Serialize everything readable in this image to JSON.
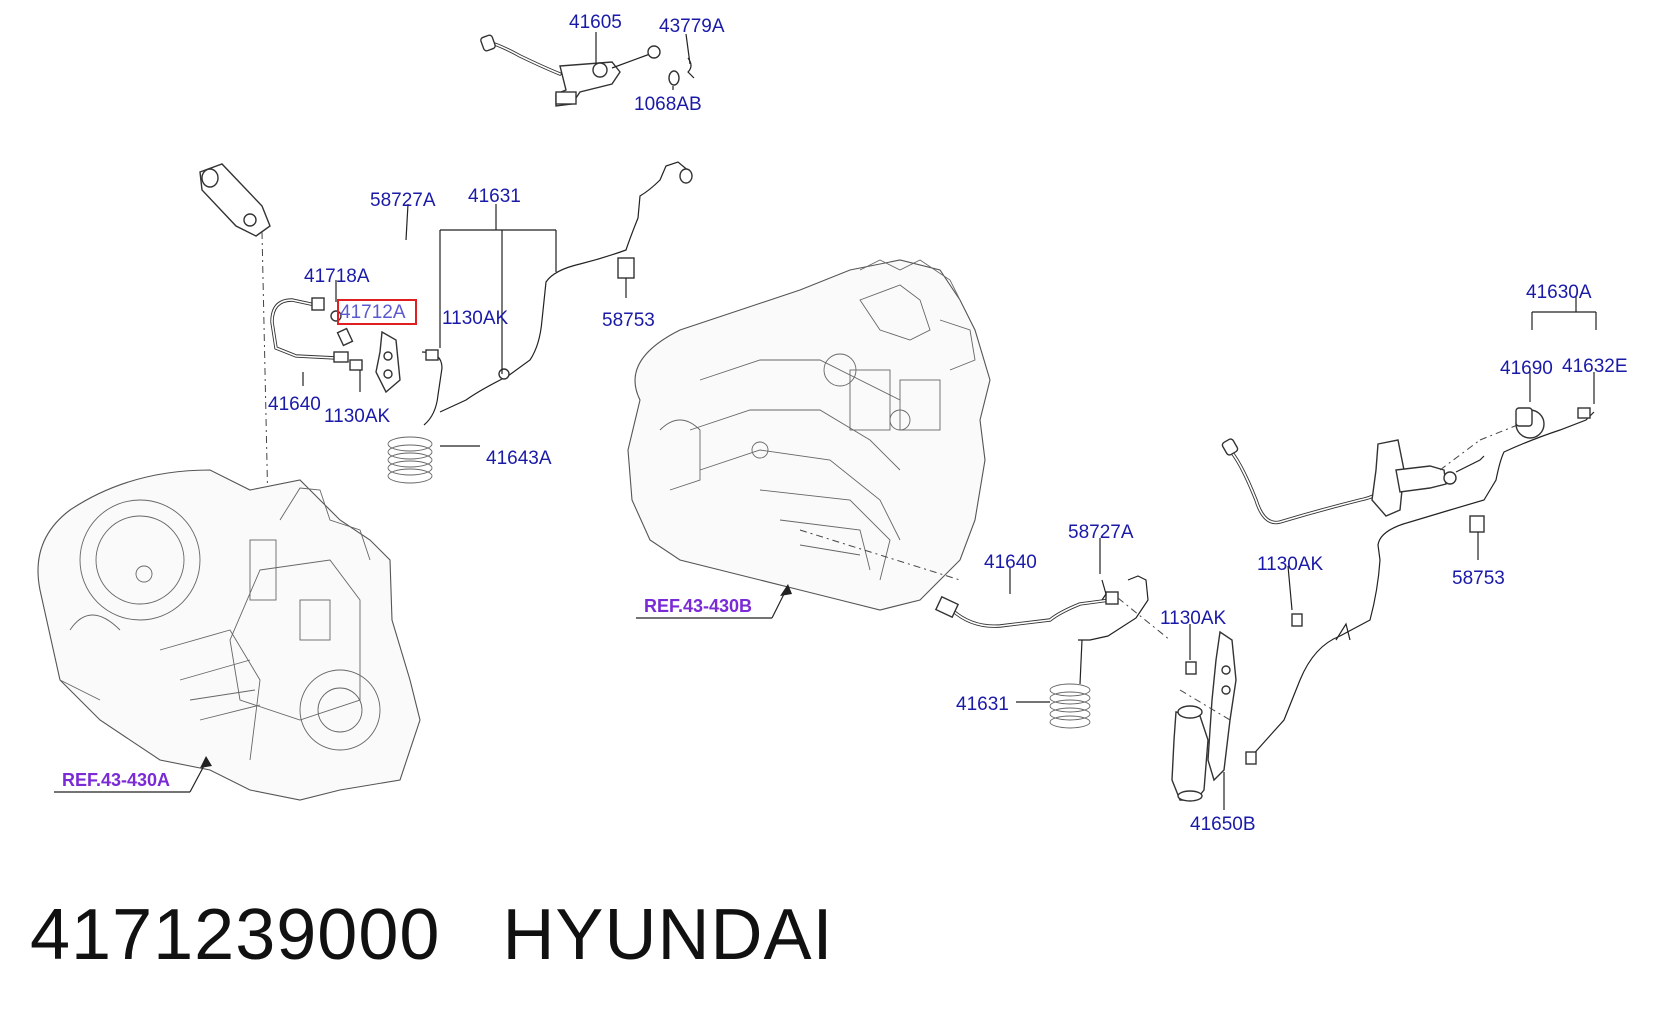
{
  "labels": {
    "p41605": "41605",
    "p43779A": "43779A",
    "p1068AB": "1068AB",
    "p58727A_l": "58727A",
    "p41631_l": "41631",
    "p41718A": "41718A",
    "p41712A": "41712A",
    "p1130AK_a": "1130AK",
    "p58753_l": "58753",
    "p41640_l": "41640",
    "p1130AK_b": "1130AK",
    "p41643A": "41643A",
    "p41630A": "41630A",
    "p41690": "41690",
    "p41632E": "41632E",
    "p1130AK_c": "1130AK",
    "p58753_r": "58753",
    "p58727A_r": "58727A",
    "p41640_r": "41640",
    "p1130AK_d": "1130AK",
    "p41631_r": "41631",
    "p41650B": "41650B"
  },
  "refs": {
    "ref_a": "REF.43-430A",
    "ref_b": "REF.43-430B"
  },
  "highlighted_part": "41712A",
  "caption": {
    "part_number": "4171239000",
    "brand": "HYUNDAI"
  },
  "colors": {
    "label": "#1a1aa8",
    "ref": "#7a2bd6",
    "highlight": "#e02020"
  }
}
